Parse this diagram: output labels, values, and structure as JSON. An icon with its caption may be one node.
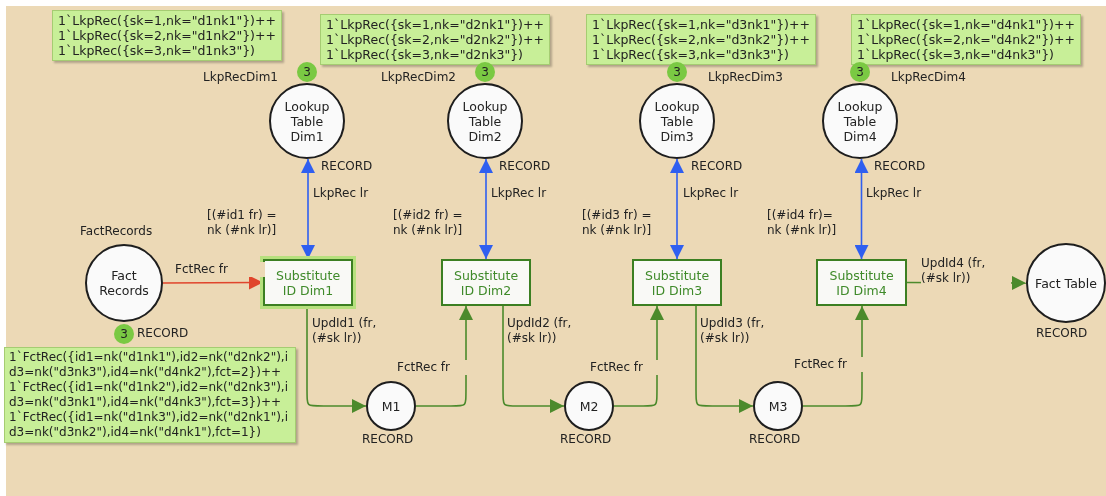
{
  "diagram": {
    "nodes": [
      {
        "text": [
          "Lookup Table Dim1"
        ],
        "beside": [
          "1`LkpRec({sk=1,nk=\"d1nk1\"})++ 1`LkpRec({sk=2,nk=\"d1nk2\"})++ 1`LkpRec({sk=3,nk=\"d1nk3\"})",
          "LkpRecDim1",
          "3",
          "RECORD"
        ]
      },
      {
        "text": [
          "Lookup Table Dim2"
        ],
        "beside": [
          "1`LkpRec({sk=1,nk=\"d2nk1\"})++ 1`LkpRec({sk=2,nk=\"d2nk2\"})++ 1`LkpRec({sk=3,nk=\"d2nk3\"})",
          "LkpRecDim2",
          "3",
          "RECORD"
        ]
      },
      {
        "text": [
          "Lookup Table Dim3"
        ],
        "beside": [
          "1`LkpRec({sk=1,nk=\"d3nk1\"})++ 1`LkpRec({sk=2,nk=\"d3nk2\"})++ 1`LkpRec({sk=3,nk=\"d3nk3\"})",
          "LkpRecDim3",
          "3",
          "RECORD"
        ]
      },
      {
        "text": [
          "Lookup Table Dim4"
        ],
        "beside": [
          "1`LkpRec({sk=1,nk=\"d4nk1\"})++ 1`LkpRec({sk=2,nk=\"d4nk2\"})++ 1`LkpRec({sk=3,nk=\"d4nk3\"})",
          "LkpRecDim4",
          "3",
          "RECORD"
        ]
      },
      {
        "text": [
          "Fact Records"
        ],
        "beside": [
          "FactRecords",
          "3",
          "RECORD",
          "1`FctRec({id1=nk(\"d1nk1\"),id2=nk(\"d2nk2\"),id3=nk(\"d3nk3\"),id4=nk(\"d4nk2\"),fct=2})++ 1`FctRec({id1=nk(\"d1nk2\"),id2=nk(\"d2nk3\"),id3=nk(\"d3nk1\"),id4=nk(\"d4nk3\"),fct=3})++ 1`FctRec({id1=nk(\"d1nk3\"),id2=nk(\"d2nk1\"),id3=nk(\"d3nk2\"),id4=nk(\"d4nk1\"),fct=1})"
        ]
      },
      {
        "text": [
          "Substitute ID Dim1"
        ],
        "beside": [
          "[(#id1 fr) = nk (#nk lr)]"
        ]
      },
      {
        "text": [
          "Substitute ID Dim2"
        ],
        "beside": [
          "[(#id2 fr) = nk (#nk lr)]"
        ]
      },
      {
        "text": [
          "Substitute ID Dim3"
        ],
        "beside": [
          "[(#id3 fr) = nk (#nk lr)]"
        ]
      },
      {
        "text": [
          "Substitute ID Dim4"
        ],
        "beside": [
          "[(#id4 fr)= nk (#nk lr)]"
        ]
      },
      {
        "text": [
          "Fact Table"
        ],
        "beside": [
          "RECORD"
        ]
      },
      {
        "text": [
          "M1"
        ],
        "beside": [
          "RECORD"
        ]
      },
      {
        "text": [
          "M2"
        ],
        "beside": [
          "RECORD"
        ]
      },
      {
        "text": [
          "M3"
        ],
        "beside": [
          "RECORD"
        ]
      }
    ],
    "edges": [
      {
        "from": 5,
        "to": 0,
        "arrow": "both",
        "label": "LkpRec lr",
        "color": "#2f5ff0"
      },
      {
        "from": 6,
        "to": 1,
        "arrow": "both",
        "label": "LkpRec lr",
        "color": "#2f5ff0"
      },
      {
        "from": 7,
        "to": 2,
        "arrow": "both",
        "label": "LkpRec lr",
        "color": "#2f5ff0"
      },
      {
        "from": 8,
        "to": 3,
        "arrow": "both",
        "label": "LkpRec lr",
        "color": "#2f5ff0"
      },
      {
        "from": 4,
        "to": 5,
        "arrow": "to",
        "label": "FctRec fr",
        "color": "#e0452c"
      },
      {
        "from": 5,
        "to": 10,
        "arrow": "to",
        "label": "UpdId1 (fr,(#sk lr))"
      },
      {
        "from": 10,
        "to": 6,
        "arrow": "to",
        "label": "FctRec fr"
      },
      {
        "from": 6,
        "to": 11,
        "arrow": "to",
        "label": "UpdId2 (fr,(#sk lr))"
      },
      {
        "from": 11,
        "to": 7,
        "arrow": "to",
        "label": "FctRec fr"
      },
      {
        "from": 7,
        "to": 12,
        "arrow": "to",
        "label": "UpdId3 (fr,(#sk lr))"
      },
      {
        "from": 12,
        "to": 8,
        "arrow": "to",
        "label": "FctRec fr"
      },
      {
        "from": 8,
        "to": 9,
        "arrow": "to",
        "label": "UpdId4 (fr,(#sk lr))"
      }
    ]
  }
}
